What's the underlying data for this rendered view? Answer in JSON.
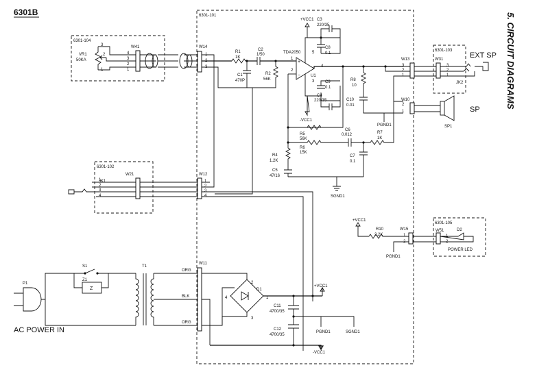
{
  "header": {
    "model": "6301B",
    "section_title": "5. CIRCUIT DIAGRAMS"
  },
  "boards": {
    "main": "6301-101",
    "volume": "6301-104",
    "input": "6301-102",
    "ext_speaker": "6301-103",
    "led": "6301-105"
  },
  "connectors": {
    "w41": "W41",
    "w14": "W14",
    "w21": "W21",
    "w12": "W12",
    "w13": "W13",
    "w31": "W31",
    "w10": "W10",
    "w15": "W15",
    "w51": "W51",
    "w11": "W11"
  },
  "components": {
    "vr1": {
      "ref": "VR1",
      "value": "50KA"
    },
    "jk1": {
      "ref": "JK1"
    },
    "jk2": {
      "ref": "JK2"
    },
    "r1": {
      "ref": "R1",
      "value": "1K"
    },
    "c1": {
      "ref": "C1",
      "value": "470P"
    },
    "c2": {
      "ref": "C2",
      "value": "1/50"
    },
    "r2": {
      "ref": "R2",
      "value": "56K"
    },
    "u1": {
      "ref": "U1",
      "part": "TDA2050"
    },
    "c3": {
      "ref": "C3",
      "value": "220/35"
    },
    "c8": {
      "ref": "C8",
      "value": "0.1"
    },
    "c9": {
      "ref": "C9",
      "value": "0.1"
    },
    "c4": {
      "ref": "C4",
      "value": "220/35"
    },
    "r8": {
      "ref": "R8",
      "value": "10"
    },
    "c10": {
      "ref": "C10",
      "value": "0.01"
    },
    "r5": {
      "ref": "R5",
      "value": "56K"
    },
    "r6": {
      "ref": "R6",
      "value": "15K"
    },
    "c6": {
      "ref": "C6",
      "value": "0.012"
    },
    "r7": {
      "ref": "R7",
      "value": "1K"
    },
    "r4": {
      "ref": "R4",
      "value": "1.2K"
    },
    "c5": {
      "ref": "C5",
      "value": "47/16"
    },
    "c7": {
      "ref": "C7",
      "value": "0.1"
    },
    "r10": {
      "ref": "R10",
      "value": "2.2K"
    },
    "d2": {
      "ref": "D2"
    },
    "p1": {
      "ref": "P1"
    },
    "s1": {
      "ref": "S1"
    },
    "z1": {
      "ref": "Z1",
      "symbol": "Z"
    },
    "t1": {
      "ref": "T1"
    },
    "d1": {
      "ref": "D1"
    },
    "c11": {
      "ref": "C11",
      "value": "4700/35"
    },
    "c12": {
      "ref": "C12",
      "value": "4700/35"
    },
    "sp1": {
      "ref": "SP1"
    }
  },
  "nets": {
    "vcc_pos": "+VCC1",
    "vcc_neg": "-VCC1",
    "sgnd": "SGND1",
    "pgnd": "PGND1"
  },
  "wire_colors": {
    "org": "ORG",
    "blk": "BLK"
  },
  "labels": {
    "ext_sp": "EXT SP",
    "sp": "SP",
    "power_led": "POWER LED",
    "ac_power_in": "AC POWER IN"
  },
  "pins": {
    "p1": "1",
    "p2": "2",
    "p3": "3",
    "p4": "4",
    "p5": "5"
  }
}
